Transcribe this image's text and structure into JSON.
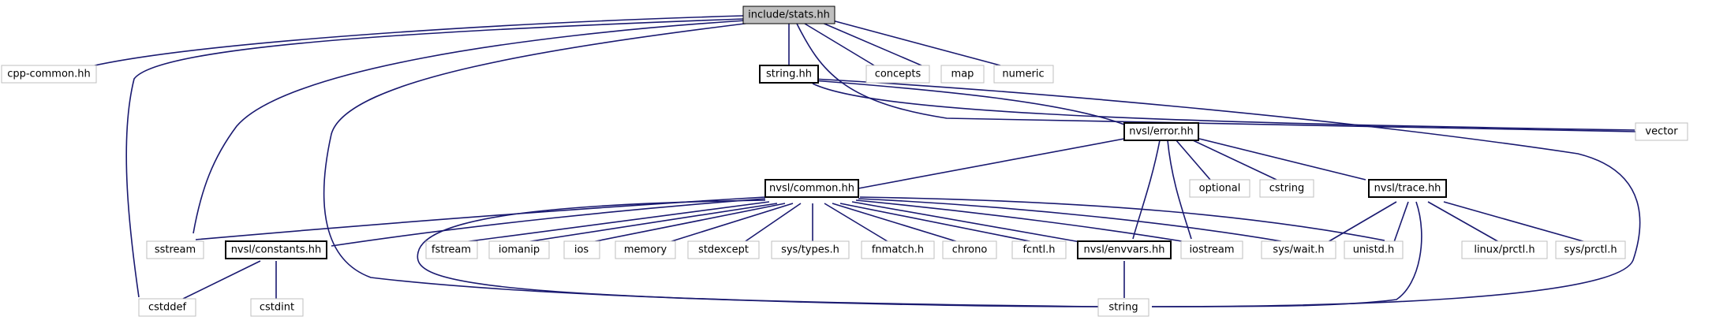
{
  "graph": {
    "nodes": {
      "root": "include/stats.hh",
      "cpp_common": "cpp-common.hh",
      "string_hh": "string.hh",
      "concepts": "concepts",
      "map": "map",
      "numeric": "numeric",
      "vector": "vector",
      "error_hh": "nvsl/error.hh",
      "optional": "optional",
      "cstring": "cstring",
      "common_hh": "nvsl/common.hh",
      "trace_hh": "nvsl/trace.hh",
      "sstream": "sstream",
      "constants_hh": "nvsl/constants.hh",
      "fstream": "fstream",
      "iomanip": "iomanip",
      "ios": "ios",
      "memory": "memory",
      "stdexcept": "stdexcept",
      "sys_types": "sys/types.h",
      "fnmatch": "fnmatch.h",
      "chrono": "chrono",
      "fcntl": "fcntl.h",
      "envvars_hh": "nvsl/envvars.hh",
      "iostream": "iostream",
      "sys_wait": "sys/wait.h",
      "unistd": "unistd.h",
      "linux_prctl": "linux/prctl.h",
      "sys_prctl": "sys/prctl.h",
      "cstddef": "cstddef",
      "cstdint": "cstdint",
      "string": "string"
    },
    "colors": {
      "edge": "#191970",
      "root_fill": "#bfbfbf",
      "system_border": "#bfbfbf",
      "project_border": "#000000"
    }
  }
}
